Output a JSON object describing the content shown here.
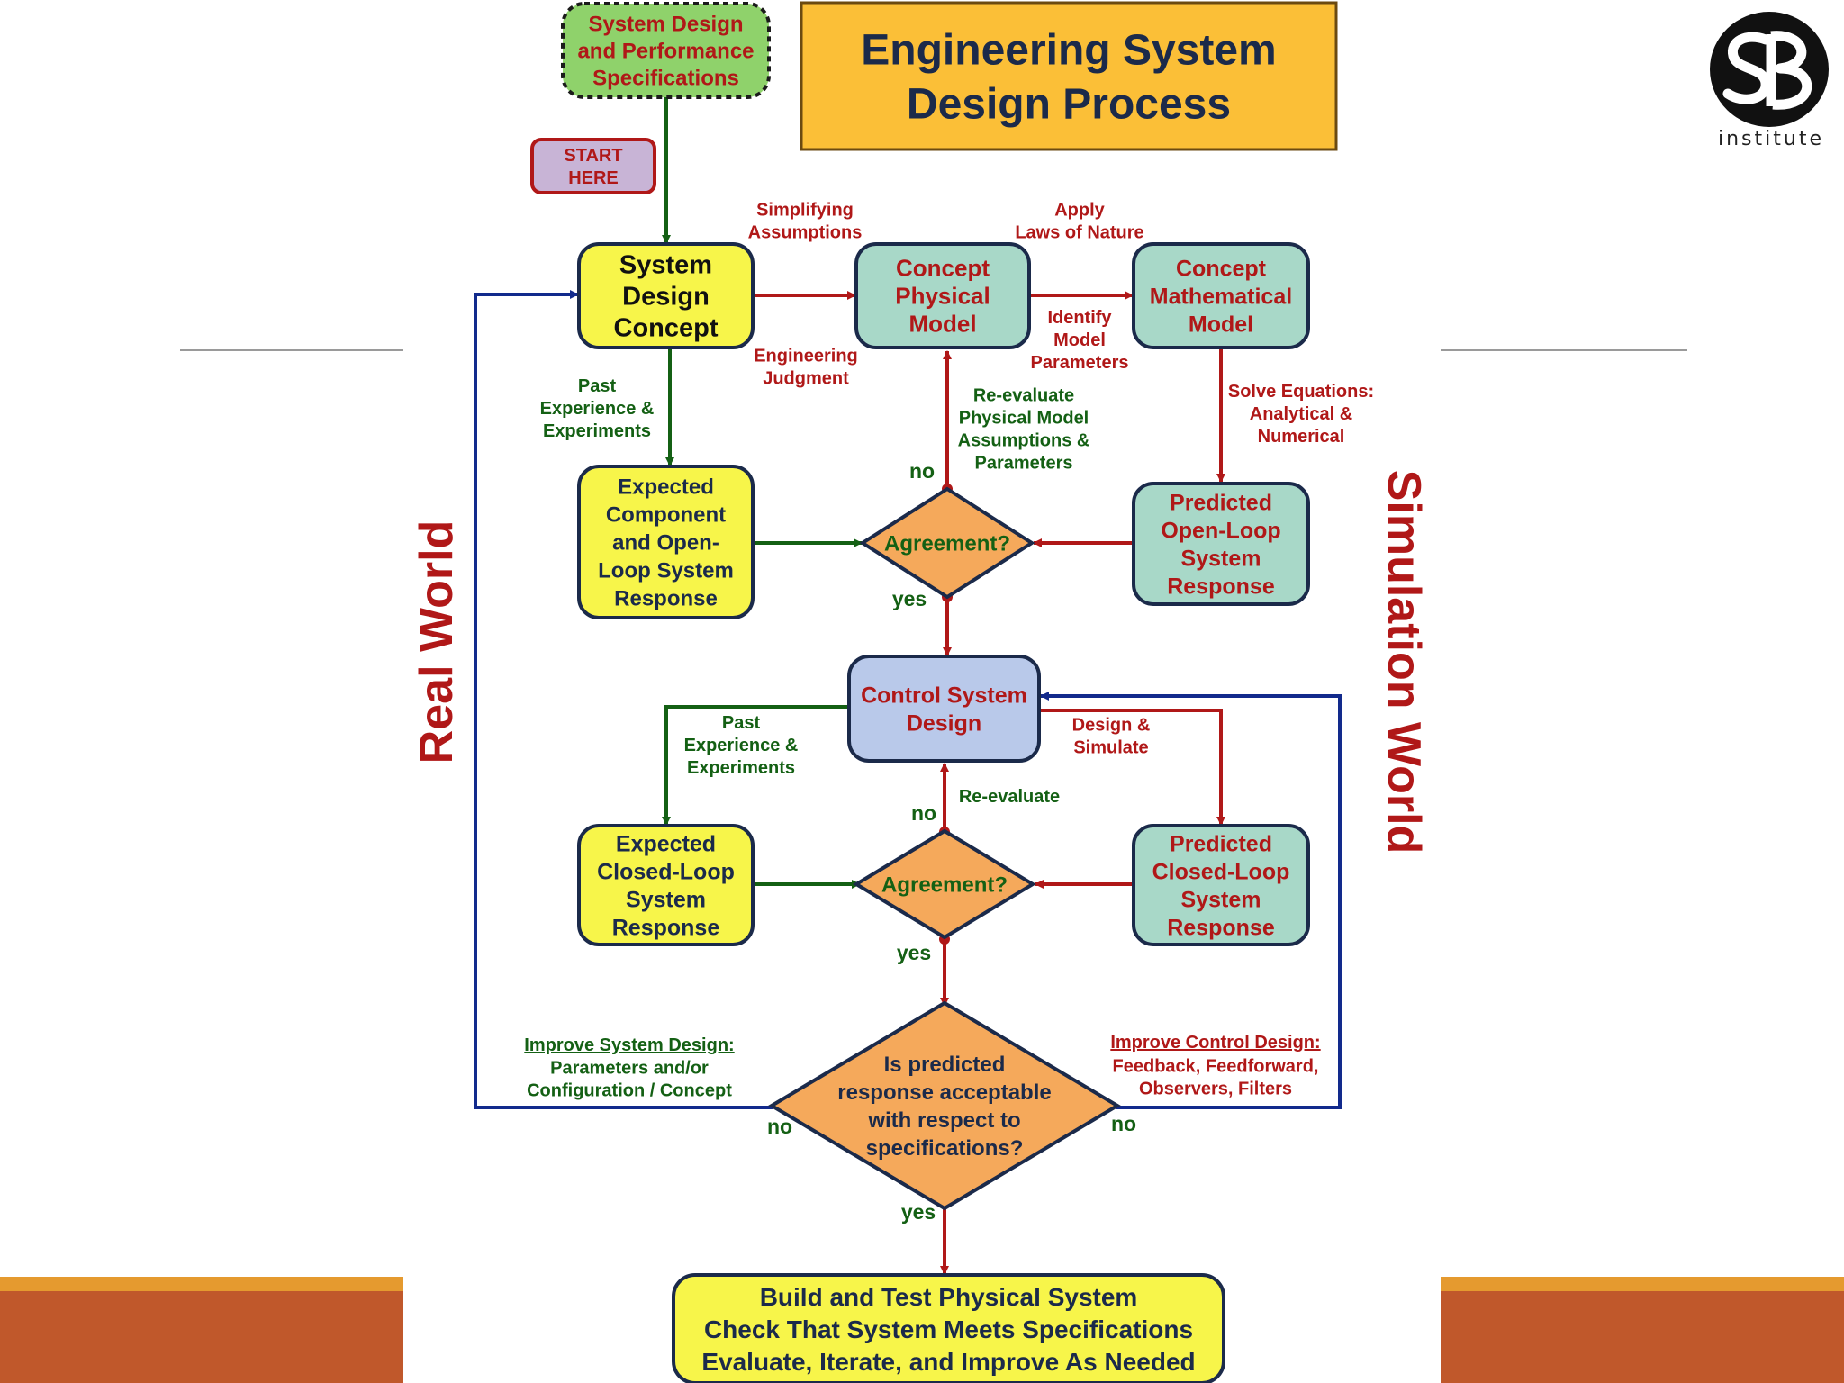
{
  "title": {
    "line1": "Engineering System",
    "line2": "Design Process"
  },
  "start": {
    "specs": [
      "System Design",
      "and Performance",
      "Specifications"
    ],
    "start_here": [
      "START",
      "HERE"
    ]
  },
  "nodes": {
    "system_design_concept": [
      "System",
      "Design",
      "Concept"
    ],
    "concept_physical_model": [
      "Concept",
      "Physical",
      "Model"
    ],
    "concept_mathematical_model": [
      "Concept",
      "Mathematical",
      "Model"
    ],
    "expected_open_loop": [
      "Expected",
      "Component",
      "and Open-",
      "Loop System",
      "Response"
    ],
    "predicted_open_loop": [
      "Predicted",
      "Open-Loop",
      "System",
      "Response"
    ],
    "agreement_1": "Agreement?",
    "control_system_design": [
      "Control System",
      "Design"
    ],
    "expected_closed_loop": [
      "Expected",
      "Closed-Loop",
      "System",
      "Response"
    ],
    "predicted_closed_loop": [
      "Predicted",
      "Closed-Loop",
      "System",
      "Response"
    ],
    "agreement_2": "Agreement?",
    "acceptable": [
      "Is predicted",
      "response acceptable",
      "with respect to",
      "specifications?"
    ],
    "build_test": [
      "Build and Test Physical System",
      "Check That System Meets Specifications",
      "Evaluate, Iterate, and Improve As Needed"
    ]
  },
  "edge_labels": {
    "simplifying_assumptions": [
      "Simplifying",
      "Assumptions"
    ],
    "engineering_judgment": [
      "Engineering",
      "Judgment"
    ],
    "apply_laws": [
      "Apply",
      "Laws of Nature"
    ],
    "identify_parameters": [
      "Identify",
      "Model",
      "Parameters"
    ],
    "past_experience_1": [
      "Past",
      "Experience &",
      "Experiments"
    ],
    "reevaluate_physical": [
      "Re-evaluate",
      "Physical Model",
      "Assumptions &",
      "Parameters"
    ],
    "solve_equations": [
      "Solve Equations:",
      "Analytical &",
      "Numerical"
    ],
    "past_experience_2": [
      "Past",
      "Experience &",
      "Experiments"
    ],
    "design_simulate": [
      "Design &",
      "Simulate"
    ],
    "reevaluate": "Re-evaluate",
    "no_1": "no",
    "yes_1": "yes",
    "no_2": "no",
    "yes_2": "yes",
    "no_left": "no",
    "no_right": "no",
    "yes_final": "yes",
    "improve_system": {
      "heading": "Improve System Design",
      "lines": [
        "Parameters and/or",
        "Configuration / Concept"
      ]
    },
    "improve_control": {
      "heading": "Improve Control Design",
      "lines": [
        "Feedback, Feedforward,",
        "Observers, Filters"
      ]
    }
  },
  "side_labels": {
    "left": "Real World",
    "right": "Simulation World"
  },
  "logo": {
    "mark": "SB",
    "text": "institute"
  },
  "colors": {
    "yellow": "#f7f54a",
    "teal": "#a8d8c8",
    "blue_box": "#b9c9ea",
    "orange": "#f5a95b",
    "green_box": "#8fd26b",
    "title_box": "#fbbf37",
    "start_box": "#c8b4d6",
    "red": "#b01818",
    "green": "#146014",
    "navy": "#122a8c",
    "border": "#1b2a4a"
  }
}
